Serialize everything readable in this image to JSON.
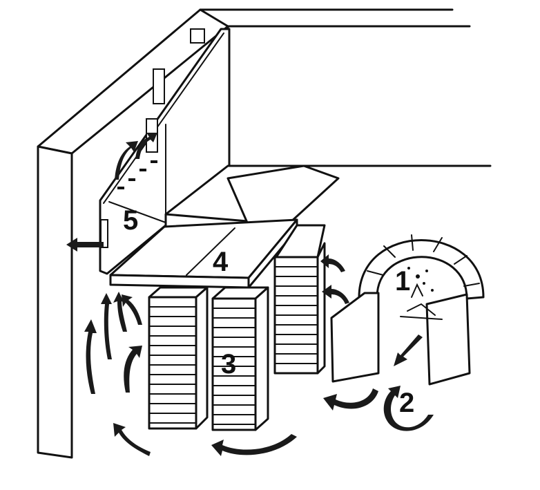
{
  "diagram": {
    "labels": {
      "firebox": "1",
      "floor_passage": "2",
      "brick_pillars": "3",
      "heating_bench": "4",
      "backrest_panel": "5"
    },
    "colors": {
      "ink": "#111111",
      "paper": "#ffffff"
    }
  }
}
